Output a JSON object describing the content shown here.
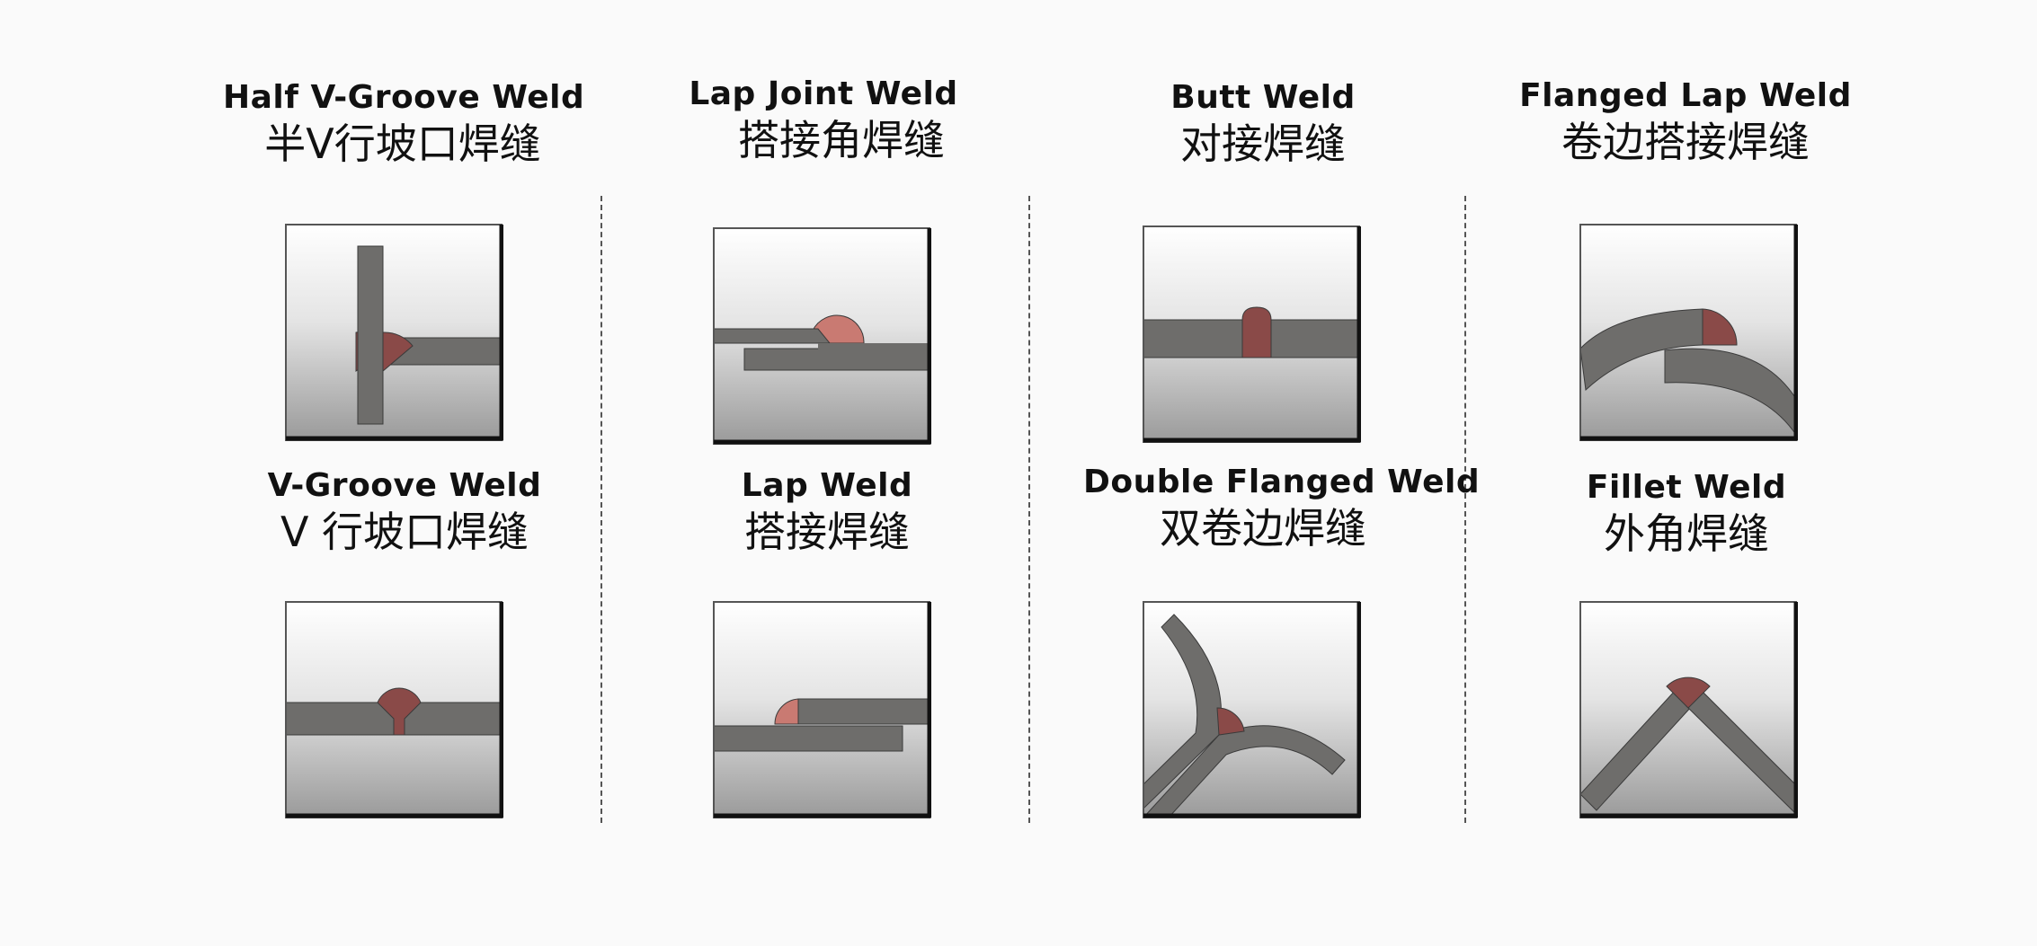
{
  "colors": {
    "background": "#fafafa",
    "panel_top": "#ffffff",
    "panel_bottom": "#9a9a9a",
    "metal": "#6e6d6b",
    "metal_edge": "#3a3a3a",
    "weld_dark": "#8a4a48",
    "weld_light": "#c97a72"
  },
  "welds": [
    {
      "en": "Half V-Groove Weld",
      "zh": "半V行坡口焊缝",
      "icon": "half-v-groove-weld-icon"
    },
    {
      "en": "Lap Joint Weld",
      "zh": "搭接角焊缝",
      "icon": "lap-joint-weld-icon"
    },
    {
      "en": "Butt Weld",
      "zh": "对接焊缝",
      "icon": "butt-weld-icon"
    },
    {
      "en": "Flanged Lap Weld",
      "zh": "卷边搭接焊缝",
      "icon": "flanged-lap-weld-icon"
    },
    {
      "en": "V-Groove Weld",
      "zh": "V 行坡口焊缝",
      "icon": "v-groove-weld-icon"
    },
    {
      "en": "Lap Weld",
      "zh": "搭接焊缝",
      "icon": "lap-weld-icon"
    },
    {
      "en": "Double Flanged Weld",
      "zh": "双卷边焊缝",
      "icon": "double-flanged-weld-icon"
    },
    {
      "en": "Fillet Weld",
      "zh": "外角焊缝",
      "icon": "fillet-weld-icon"
    }
  ]
}
